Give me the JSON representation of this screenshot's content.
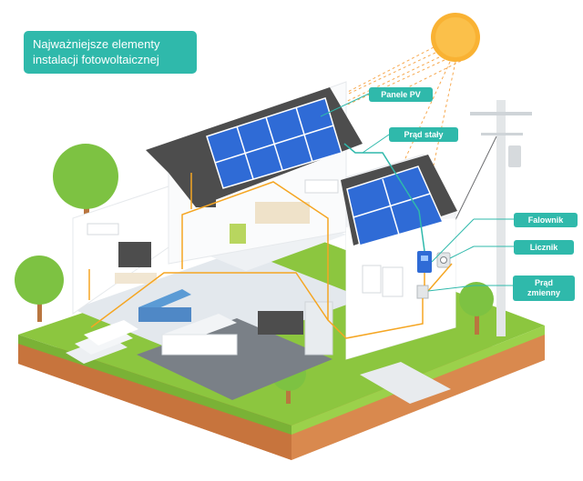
{
  "title": {
    "line1": "Najważniejsze elementy",
    "line2": "instalacji fotowoltaicznej"
  },
  "labels": {
    "panels": "Panele PV",
    "direct_current": "Prąd stały",
    "inverter": "Falownik",
    "meter": "Licznik",
    "alternating_current_line1": "Prąd",
    "alternating_current_line2": "zmienny"
  },
  "colors": {
    "accent": "#2fb9ab",
    "sun": "#f9b233",
    "grass": "#8cc63f",
    "soil": "#d9894e",
    "roof": "#4d4d4d",
    "panel": "#2f6bd6",
    "wire": "#f5a623",
    "dc_wire": "#2fb9ab"
  },
  "icons": [
    "sun-icon",
    "solar-panel-icon",
    "inverter-icon",
    "meter-icon",
    "utility-pole-icon",
    "tree-icon"
  ]
}
